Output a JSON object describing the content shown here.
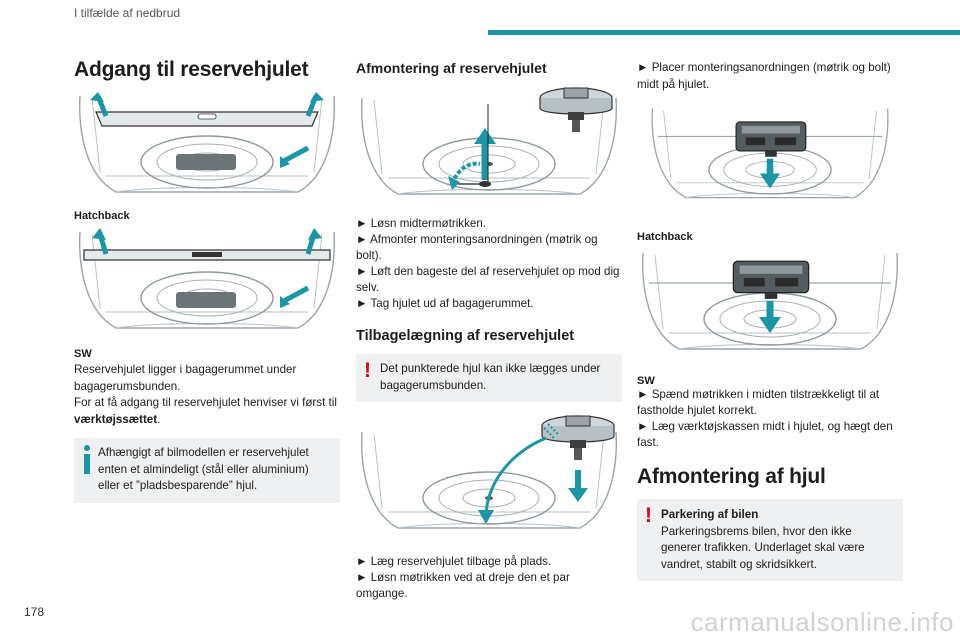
{
  "header": {
    "section": "I tilfælde af nedbrud",
    "accent_color": "#1a96a6"
  },
  "page_number": "178",
  "watermark": "carmanualsonline.info",
  "col1": {
    "title": "Adgang til reservehjulet",
    "label_hatchback": "Hatchback",
    "label_sw": "SW",
    "p1": "Reservehjulet ligger i bagagerummet under bagagerumsbunden.",
    "p2_pre": "For at få adgang til reservehjulet henviser vi først til ",
    "p2_bold": "værktøjssættet",
    "p2_post": ".",
    "info_note": "Afhængigt af bilmodellen er reservehjulet enten et almindeligt (stål eller aluminium) eller et ”pladsbesparende” hjul."
  },
  "col2": {
    "title1": "Afmontering af reservehjulet",
    "steps1": [
      "► Løsn midtermøtrikken.",
      "► Afmonter monteringsanordningen (møtrik og bolt).",
      "► Løft den bageste del af reservehjulet op mod dig selv.",
      "► Tag hjulet ud af bagagerummet."
    ],
    "title2": "Tilbagelægning af reservehjulet",
    "warn_note": "Det punkterede hjul kan ikke lægges under bagagerumsbunden.",
    "steps2": [
      "► Læg reservehjulet tilbage på plads.",
      "► Løsn møtrikken ved at dreje den et par omgange."
    ]
  },
  "col3": {
    "step_top": "► Placer monteringsanordningen (møtrik og bolt) midt på hjulet.",
    "label_hatchback": "Hatchback",
    "label_sw": "SW",
    "steps": [
      "► Spænd møtrikken i midten tilstrækkeligt til at fastholde hjulet korrekt.",
      "► Læg værktøjskassen midt i hjulet, og hægt den fast."
    ],
    "title": "Afmontering af hjul",
    "warn_title": "Parkering af bilen",
    "warn_body": "Parkeringsbrems bilen, hvor den ikke generer trafikken. Underlaget skal være vandret, stabilt og skridsikkert."
  },
  "icons": {
    "info": "info-icon",
    "warning": "warning-icon"
  }
}
